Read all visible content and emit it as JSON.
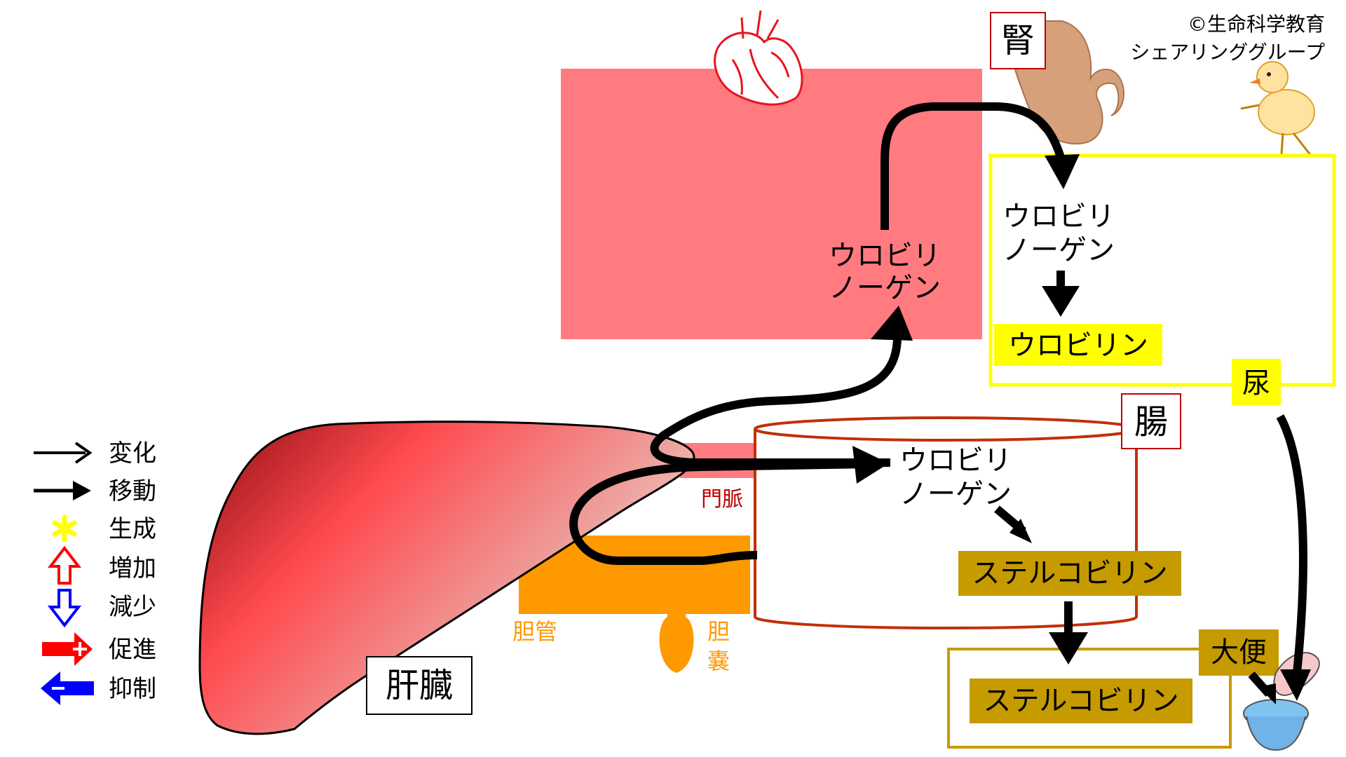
{
  "copyright": {
    "line1": "©生命科学教育",
    "line2": "シェアリンググループ"
  },
  "legend": {
    "change": "変化",
    "move": "移動",
    "generate": "生成",
    "increase": "増加",
    "decrease": "減少",
    "promote": "促進",
    "inhibit": "抑制"
  },
  "organs": {
    "kidney": "腎",
    "intestine": "腸",
    "liver": "肝臓",
    "urine": "尿",
    "feces": "大便",
    "portal_vein": "門脈",
    "bile_duct": "胆管",
    "gallbladder_1": "胆",
    "gallbladder_2": "嚢"
  },
  "labels": {
    "uro_blood_1": "ウロビリ",
    "uro_blood_2": "ノーゲン",
    "uro_kidney_1": "ウロビリ",
    "uro_kidney_2": "ノーゲン",
    "urobilin": "ウロビリン",
    "uro_intestine_1": "ウロビリ",
    "uro_intestine_2": "ノーゲン",
    "stercobilin_intestine": "ステルコビリン",
    "stercobilin_feces": "ステルコビリン"
  },
  "colors": {
    "blood": "#ff7b80",
    "liver_dark": "#9e0f12",
    "liver_mid": "#ff4a4f",
    "bile": "#ff9900",
    "intestine": "#c0300a",
    "urine_box": "#ffff00",
    "stercobilin": "#c59b00",
    "kidney": "#d6a07a",
    "increase_red": "#ff0000",
    "decrease_blue": "#0000ff",
    "generate_yellow": "#ffff00"
  }
}
